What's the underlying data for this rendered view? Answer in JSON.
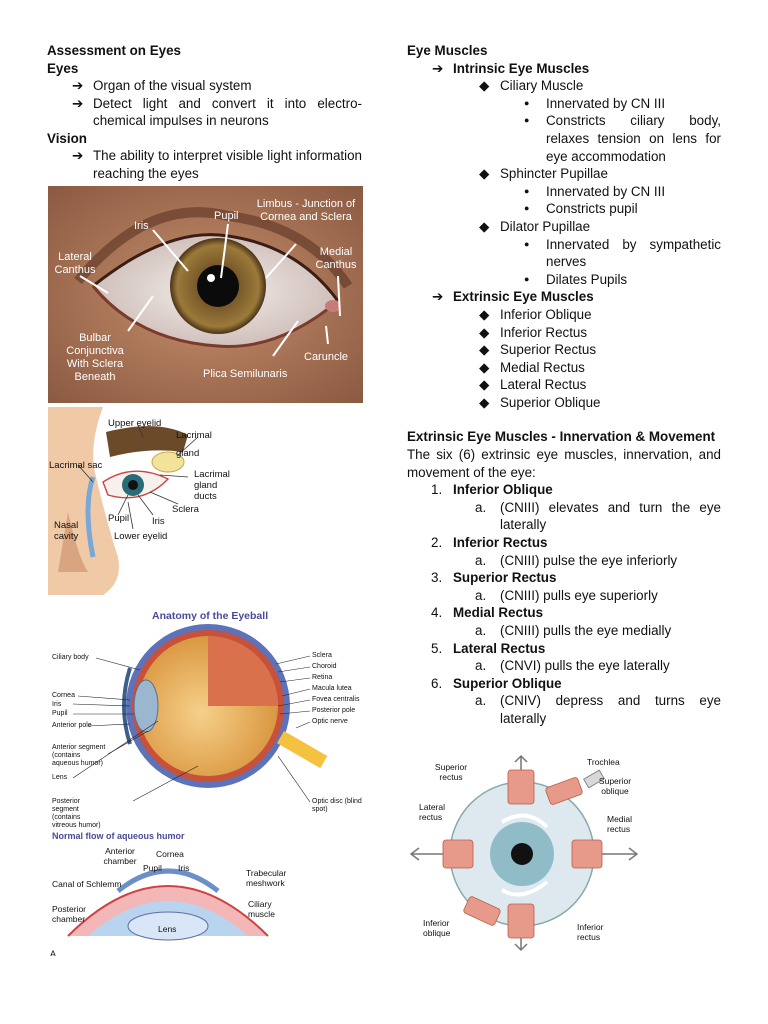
{
  "left": {
    "heading": "Assessment on Eyes",
    "eyes_title": "Eyes",
    "eyes_items": [
      "Organ of the visual system",
      "Detect light and convert it into electro-chemical impulses in neurons"
    ],
    "vision_title": "Vision",
    "vision_item": "The ability to interpret visible light information reaching the eyes"
  },
  "photo": {
    "labels": {
      "pupil": "Pupil",
      "iris": "Iris",
      "limbus": "Limbus - Junction of Cornea and Sclera",
      "lateral": "Lateral Canthus",
      "medial": "Medial Canthus",
      "bulbar": "Bulbar Conjunctiva With Sclera Beneath",
      "plica": "Plica Semilunaris",
      "caruncle": "Caruncle"
    }
  },
  "lacrimal": {
    "labels": {
      "upper": "Upper eyelid",
      "gland": "Lacrimal gland",
      "sac": "Lacrimal sac",
      "ducts": "Lacrimal gland ducts",
      "sclera": "Sclera",
      "pupil": "Pupil",
      "iris": "Iris",
      "lower": "Lower eyelid",
      "nasal": "Nasal cavity"
    }
  },
  "anatomy": {
    "title": "Anatomy of the Eyeball",
    "left_labels": [
      "Ciliary body",
      "Cornea",
      "Iris",
      "Pupil",
      "Anterior pole",
      "Anterior segment (contains aqueous humor)",
      "Lens",
      "Posterior segment (contains vitreous humor)"
    ],
    "right_labels": [
      "Sclera",
      "Choroid",
      "Retina",
      "Macula lutea",
      "Fovea centralis",
      "Posterior pole",
      "Optic nerve",
      "Optic disc (blind spot)"
    ],
    "flow_title": "Normal flow of aqueous humor",
    "flow_labels": {
      "anterior": "Anterior chamber",
      "cornea": "Cornea",
      "pupil": "Pupil",
      "iris": "Iris",
      "canal": "Canal of Schlemm",
      "trabecular": "Trabecular meshwork",
      "posterior": "Posterior chamber",
      "ciliary": "Ciliary muscle",
      "lens": "Lens",
      "corner": "A"
    }
  },
  "right": {
    "heading": "Eye Muscles",
    "intrinsic_title": "Intrinsic Eye Muscles",
    "intrinsic": [
      {
        "name": "Ciliary Muscle",
        "points": [
          "Innervated by CN III",
          "Constricts ciliary body, relaxes tension on lens for eye accommodation"
        ]
      },
      {
        "name": "Sphincter Pupillae",
        "points": [
          "Innervated by CN III",
          "Constricts pupil"
        ]
      },
      {
        "name": "Dilator Pupillae",
        "points": [
          "Innervated by sympathetic nerves",
          "Dilates Pupils"
        ]
      }
    ],
    "extrinsic_title": "Extrinsic Eye Muscles",
    "extrinsic": [
      "Inferior Oblique",
      "Inferior Rectus",
      "Superior Rectus",
      "Medial Rectus",
      "Lateral Rectus",
      "Superior Oblique"
    ],
    "innervation_title": "Extrinsic Eye Muscles - Innervation & Movement",
    "innervation_intro": "The six (6) extrinsic eye muscles, innervation, and movement of the eye:",
    "numbered": [
      {
        "num": "1.",
        "name": "Inferior Oblique",
        "detail": "(CNIII) elevates and turn the eye laterally"
      },
      {
        "num": "2.",
        "name": "Inferior Rectus",
        "detail": "(CNIII) pulse the eye inferiorly"
      },
      {
        "num": "3.",
        "name": "Superior Rectus",
        "detail": "(CNIII) pulls eye superiorly"
      },
      {
        "num": "4.",
        "name": "Medial Rectus",
        "detail": "(CNIII) pulls the eye medially"
      },
      {
        "num": "5.",
        "name": "Lateral Rectus",
        "detail": "(CNVI) pulls the eye laterally"
      },
      {
        "num": "6.",
        "name": "Superior Oblique",
        "detail": "(CNIV) depress and turns eye laterally"
      }
    ],
    "sub_marker": "a."
  },
  "muscles_fig": {
    "labels": {
      "sup_rectus": "Superior rectus",
      "trochlea": "Trochlea",
      "sup_oblique": "Superior oblique",
      "lat_rectus": "Lateral rectus",
      "med_rectus": "Medial rectus",
      "inf_oblique": "Inferior oblique",
      "inf_rectus": "Inferior rectus"
    }
  }
}
